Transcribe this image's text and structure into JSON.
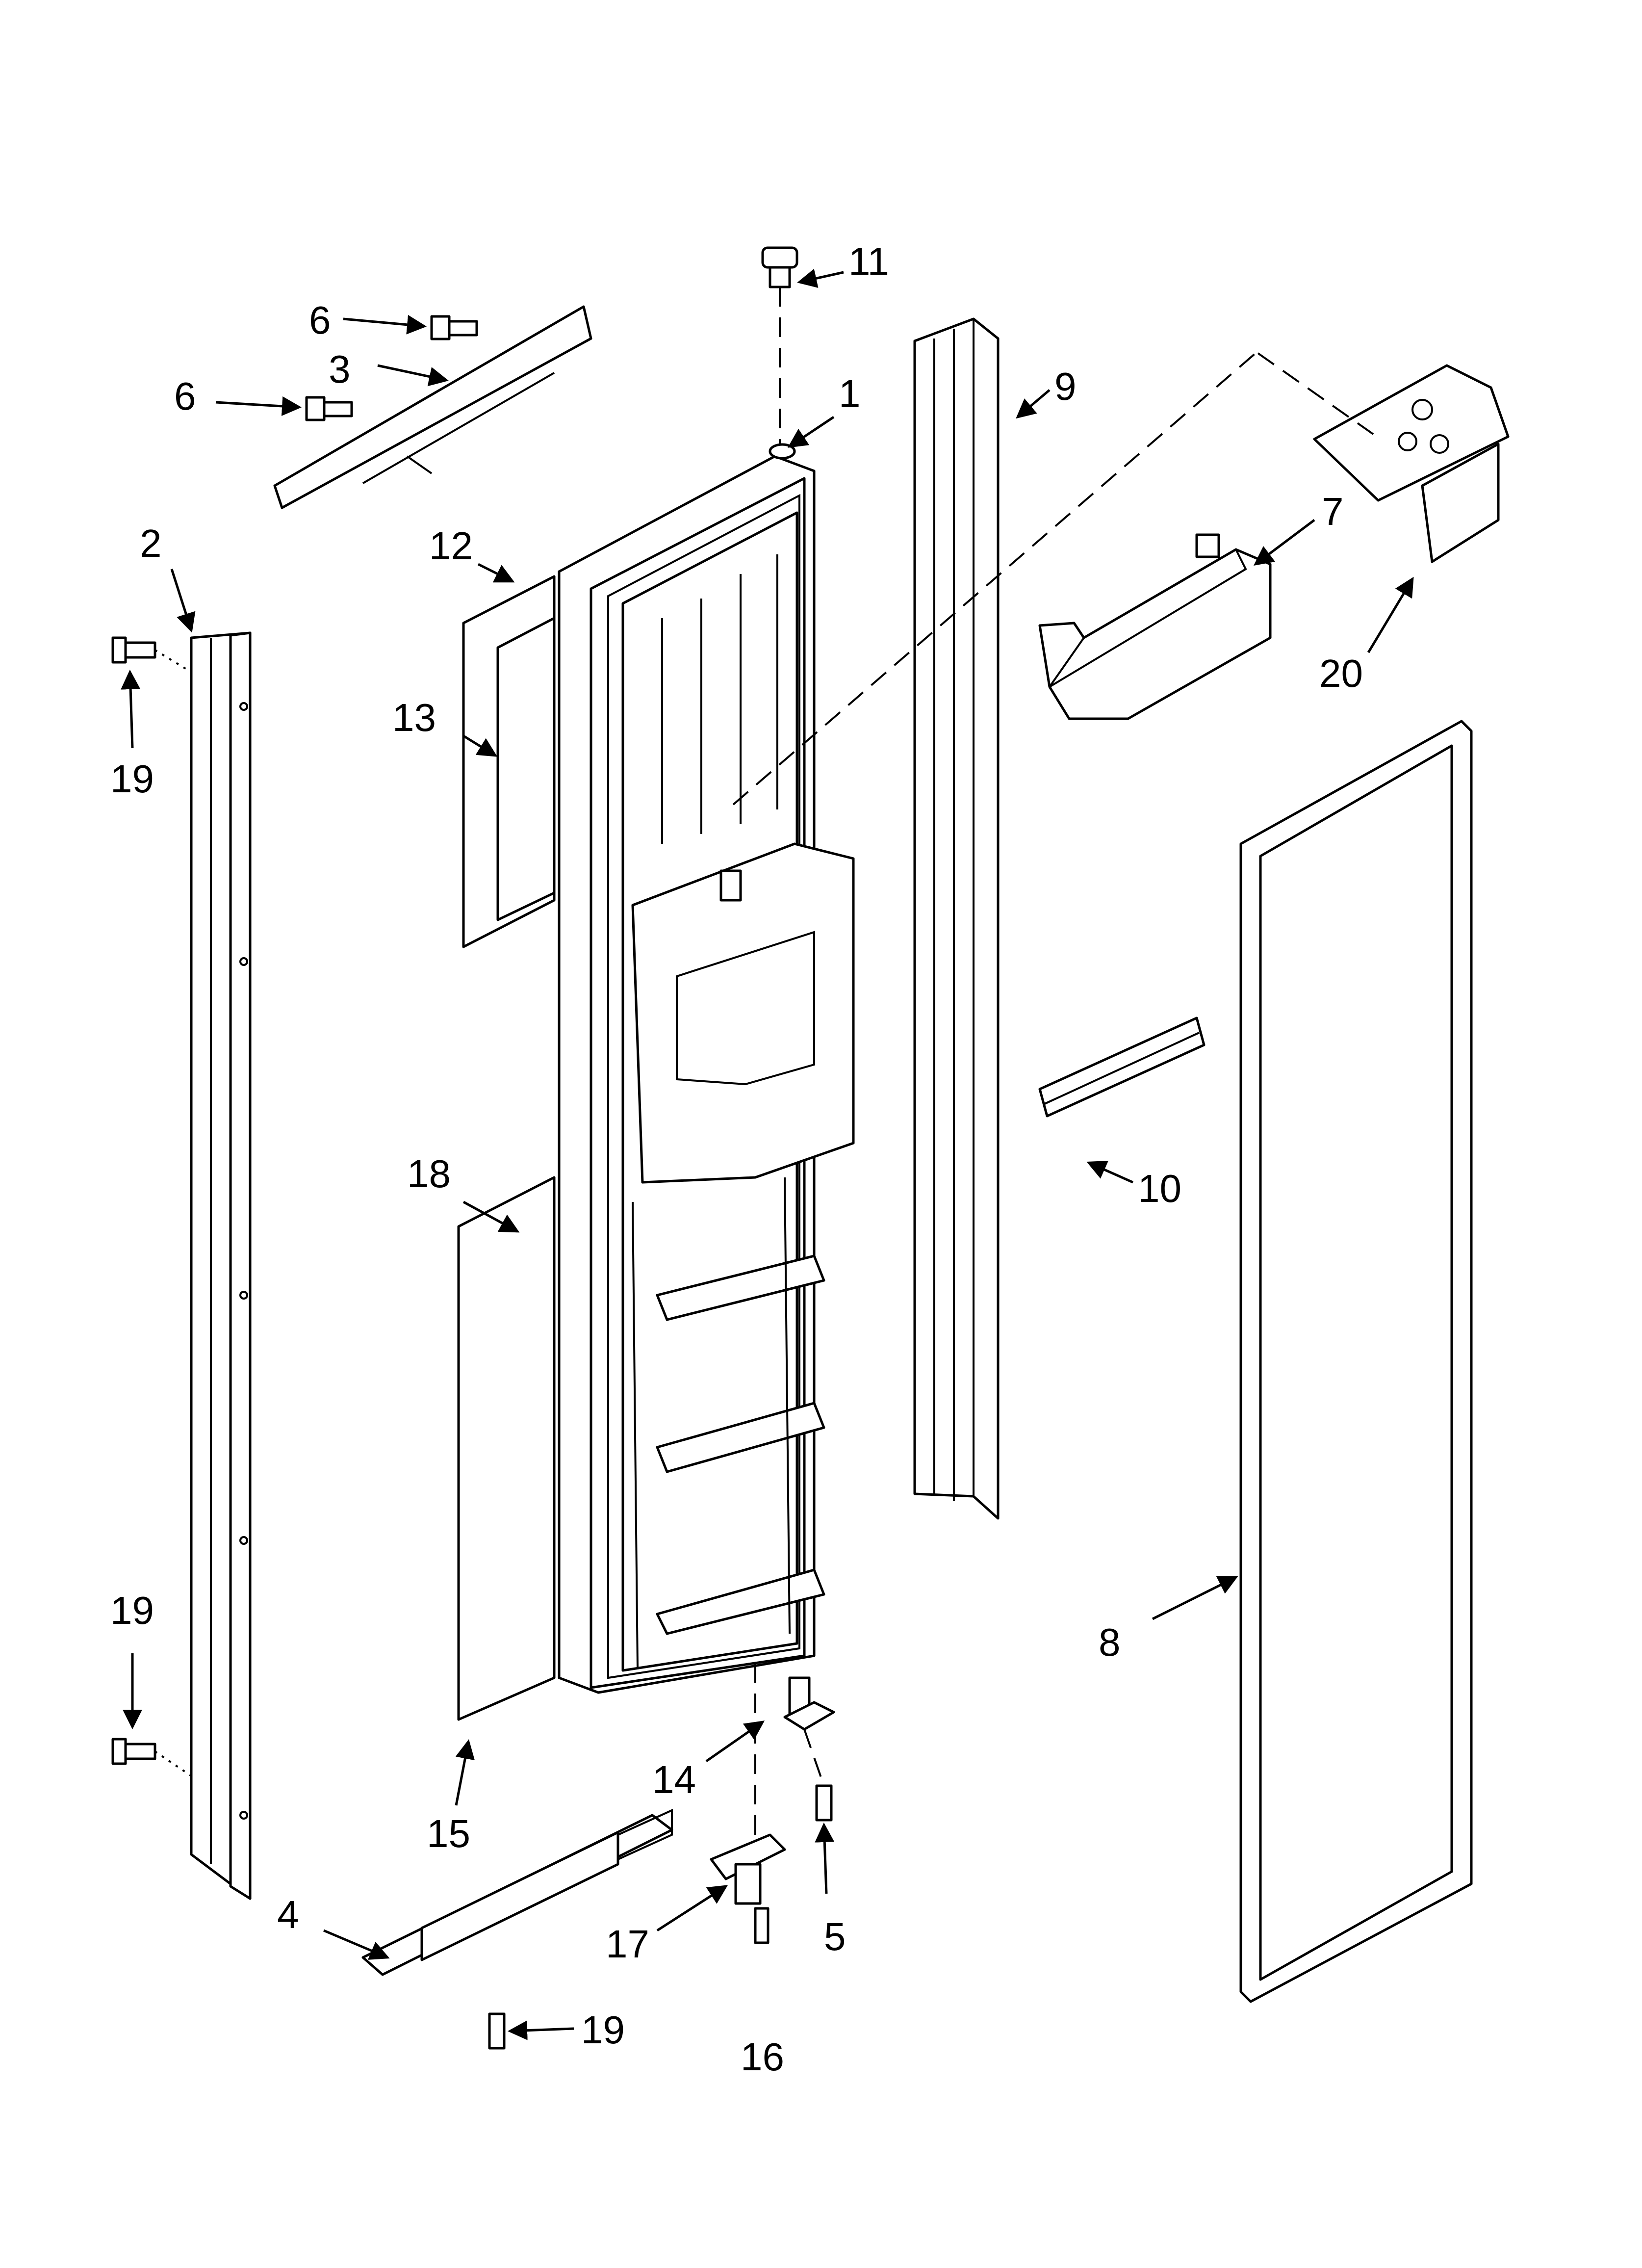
{
  "callouts": {
    "c1": "1",
    "c2": "2",
    "c3": "3",
    "c4": "4",
    "c5": "5",
    "c6a": "6",
    "c6b": "6",
    "c7": "7",
    "c8": "8",
    "c9": "9",
    "c10": "10",
    "c11": "11",
    "c12": "12",
    "c13": "13",
    "c14": "14",
    "c15": "15",
    "c16": "16",
    "c17": "17",
    "c18": "18",
    "c19a": "19",
    "c19b": "19",
    "c19c": "19",
    "c20": "20"
  }
}
